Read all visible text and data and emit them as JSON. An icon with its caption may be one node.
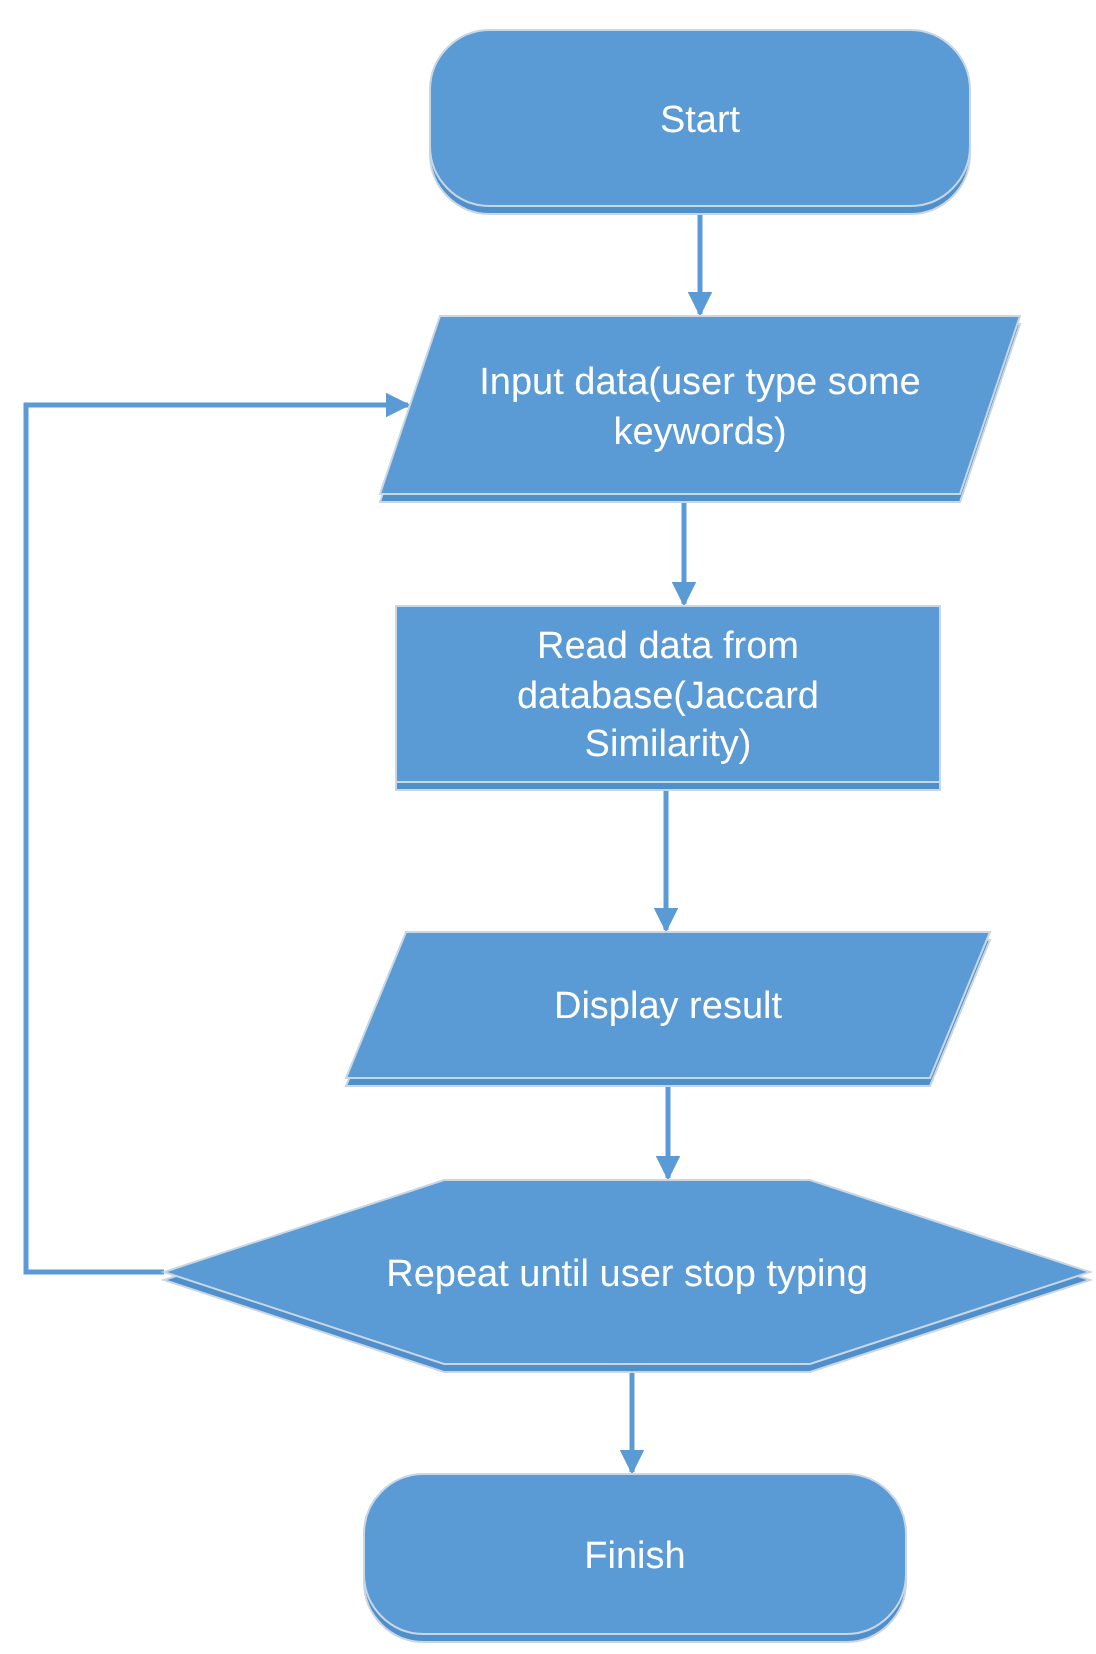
{
  "diagram": {
    "nodes": [
      {
        "text": [
          "Start"
        ]
      },
      {
        "text": [
          "Input data(user type some keywords)"
        ]
      },
      {
        "text": [
          "Read data from database(Jaccard Similarity)"
        ]
      },
      {
        "text": [
          "Display result"
        ]
      },
      {
        "text": [
          "Repeat until user stop typing"
        ]
      },
      {
        "text": [
          "Finish"
        ]
      }
    ],
    "edges": [
      {
        "from": 0,
        "to": 1,
        "arrow": "to"
      },
      {
        "from": 1,
        "to": 2,
        "arrow": "to"
      },
      {
        "from": 2,
        "to": 3,
        "arrow": "to"
      },
      {
        "from": 3,
        "to": 4,
        "arrow": "to"
      },
      {
        "from": 4,
        "to": 1,
        "arrow": "to"
      },
      {
        "from": 4,
        "to": 5,
        "arrow": "to"
      }
    ]
  }
}
